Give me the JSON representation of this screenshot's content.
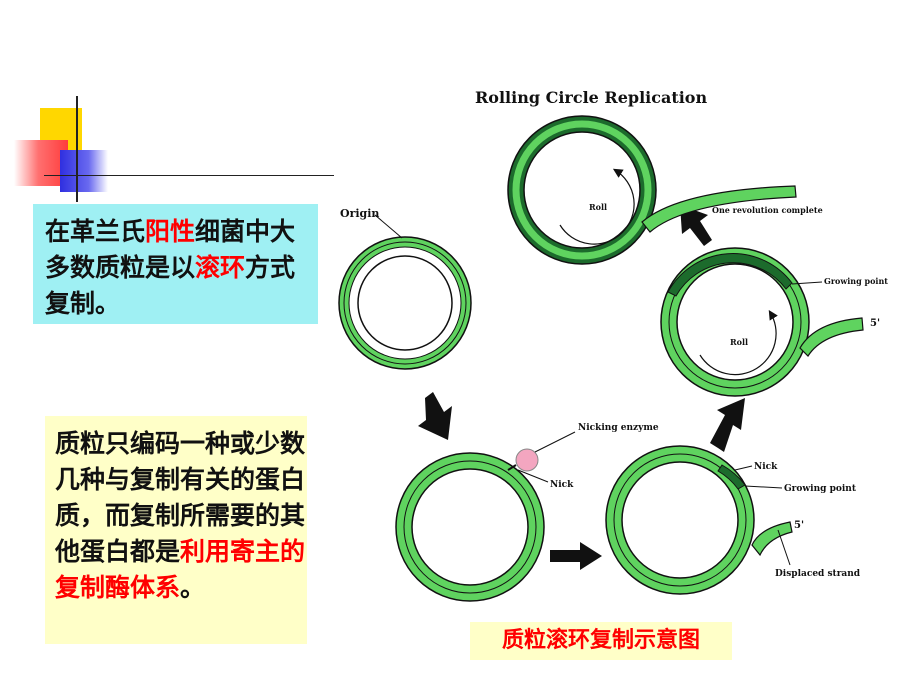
{
  "box1": {
    "part1": "在革兰氏",
    "part2": "阳性",
    "part3": "细菌中大多数质粒是以",
    "part4": "滚环",
    "part5": "方式复制。"
  },
  "box2": {
    "part1": "质粒只编码一种或少数几种与复制有关的蛋白质，而复制所需要的其他蛋白都是",
    "part2": "利用寄主的复制酶体系",
    "part3": "。"
  },
  "caption": "质粒滚环复制示意图",
  "diagram": {
    "title": "Rolling Circle  Replication",
    "origin": "Origin",
    "nicking_enzyme": "Nicking  enzyme",
    "nick_1": "Nick",
    "nick_2": "Nick",
    "growing_point_1": "Growing point",
    "growing_point_2": "Growing point",
    "five_prime_1": "5'",
    "five_prime_2": "5'",
    "displaced_strand": "Displaced strand",
    "roll_1": "Roll",
    "roll_2": "Roll",
    "one_revolution": "One  revolution  complete"
  },
  "colors": {
    "strand_light": "#5fd35f",
    "strand_dark": "#1c6b2c",
    "enzyme": "#f3a6c0",
    "box1_bg": "#9ff0f3",
    "box2_bg": "#ffffc8",
    "highlight": "#ff0000"
  }
}
